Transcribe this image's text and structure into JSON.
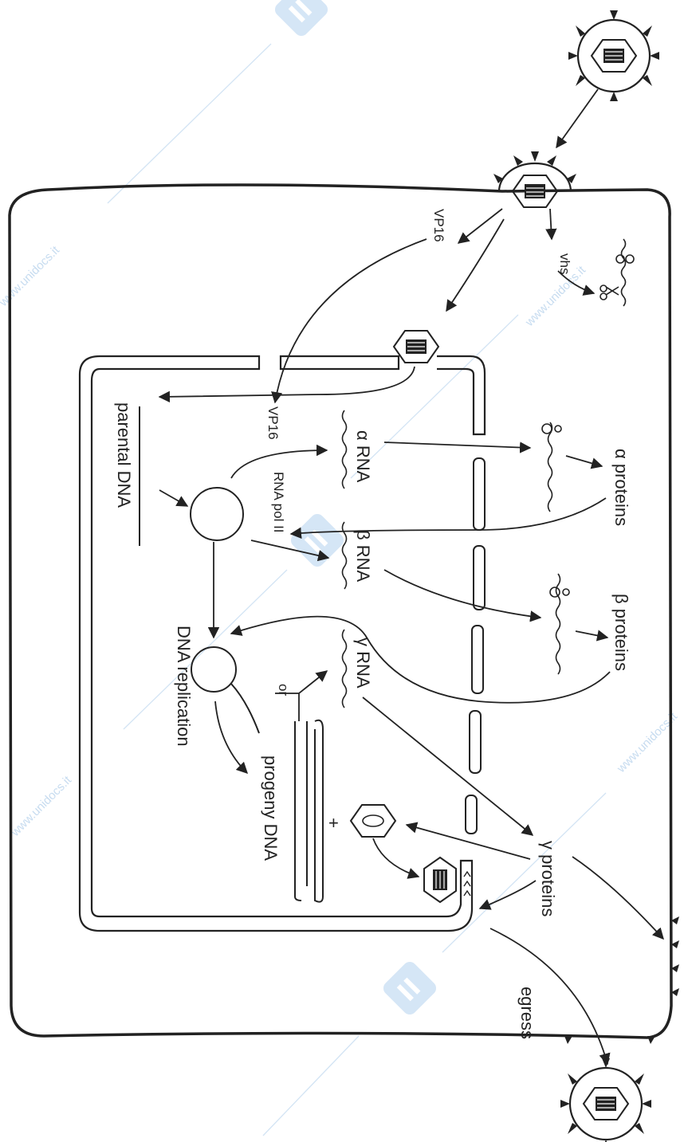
{
  "labels": {
    "vp16_outer": "VP16",
    "vhs": "vhs",
    "vp16_inner": "VP16",
    "parental_dna": "parental DNA",
    "alpha_rna": "α RNA",
    "rna_pol": "RNA pol II",
    "alpha_proteins": "α proteins",
    "beta_rna": "β RNA",
    "beta_proteins": "β proteins",
    "gamma_rna": "γ RNA",
    "dna_replication": "DNA replication",
    "or_label": "or",
    "progeny_dna": "progeny DNA",
    "gamma_proteins": "γ proteins",
    "egress": "egress",
    "plus_sign": "+"
  },
  "watermark": {
    "text": "www.unidocs.it"
  },
  "colors": {
    "ink": "#222222",
    "watermark": "#c7dcf0"
  }
}
